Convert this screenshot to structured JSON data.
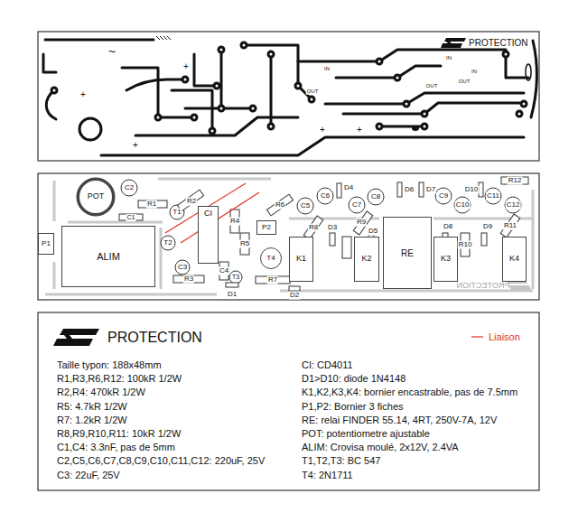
{
  "diagram": {
    "title": "PROTECTION",
    "nodes": [
      {
        "text": [
          "POT"
        ]
      },
      {
        "text": [
          "P1"
        ]
      },
      {
        "text": [
          "ALIM"
        ]
      },
      {
        "text": [
          "CI"
        ]
      },
      {
        "text": [
          "P2"
        ]
      },
      {
        "text": [
          "T4"
        ]
      },
      {
        "text": [
          "K1"
        ]
      },
      {
        "text": [
          "K2"
        ]
      },
      {
        "text": [
          "RE"
        ]
      },
      {
        "text": [
          "K3"
        ]
      },
      {
        "text": [
          "K4"
        ]
      }
    ],
    "labels": [
      "PROTECTION",
      "~",
      "+",
      "+",
      "+",
      "IN",
      "OUT",
      "IN",
      "IN",
      "OUT",
      "OUT",
      "+",
      "+",
      "C2",
      "C1",
      "R1",
      "T1",
      "R2",
      "T2",
      "R4",
      "R5",
      "C3",
      "C4",
      "R3",
      "T3",
      "D1",
      "R6",
      "R7",
      "D2",
      "C5",
      "C6",
      "D4",
      "C7",
      "C8",
      "R8",
      "D3",
      "R9",
      "D5",
      "D6",
      "D7",
      "C9",
      "C10",
      "D10",
      "C11",
      "C12",
      "R12",
      "D8",
      "R10",
      "D9",
      "R11",
      "PROTECTION",
      "Taille typon: 188x48mm",
      "R1,R3,R6,R12: 100kR 1/2W",
      "R2,R4: 470kR 1/2W",
      "R5: 4.7kR 1/2W",
      "R7: 1.2kR 1/2W",
      "R8,R9,R10,R11: 10kR 1/2W",
      "C1,C4: 3.3nF, pas de 5mm",
      "C2,C5,C6,C7,C8,C9,C10,C11,C12: 220uF, 25V",
      "C3: 22uF, 25V",
      "CI: CD4011",
      "D1>D10: diode 1N4148",
      "K1,K2,K3,K4: bornier encastrable, pas de 7.5mm",
      "P1,P2: Bornier 3 fiches",
      "RE: relai FINDER 55.14, 4RT, 250V-7A, 12V",
      "POT: potentiometre ajustable",
      "ALIM: Crovisa moulé, 2x12V, 2.4VA",
      "T1,T2,T3: BC 547",
      "T4: 2N1711"
    ],
    "legend": [
      {
        "text": "Liaison"
      }
    ]
  }
}
